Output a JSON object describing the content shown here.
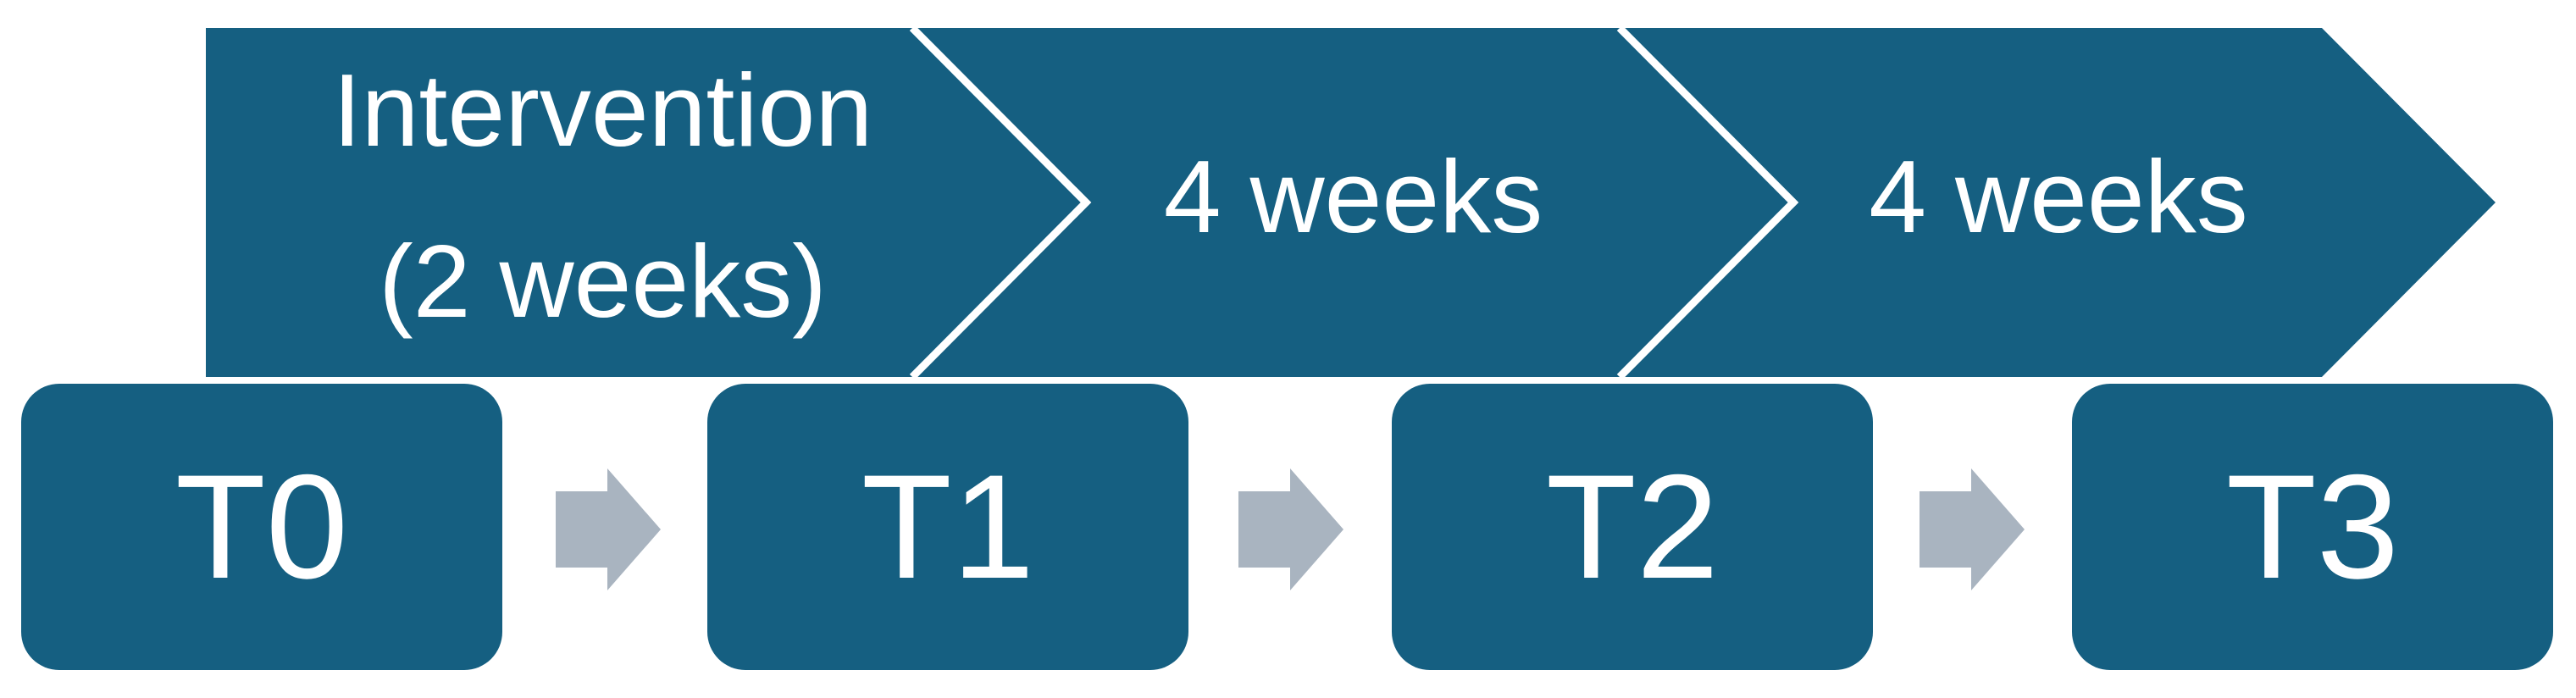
{
  "colors": {
    "shape": "#155F81",
    "arrow": "#A9B4C0",
    "text": "#FFFFFF",
    "background": "#FFFFFF"
  },
  "banner": {
    "segments": [
      {
        "label_line1": "Intervention",
        "label_line2": "(2 weeks)"
      },
      {
        "label": "4 weeks"
      },
      {
        "label": "4 weeks"
      }
    ]
  },
  "timeline": {
    "timepoints": [
      {
        "label": "T0"
      },
      {
        "label": "T1"
      },
      {
        "label": "T2"
      },
      {
        "label": "T3"
      }
    ],
    "connector_icon": "right-block-arrow-icon"
  }
}
